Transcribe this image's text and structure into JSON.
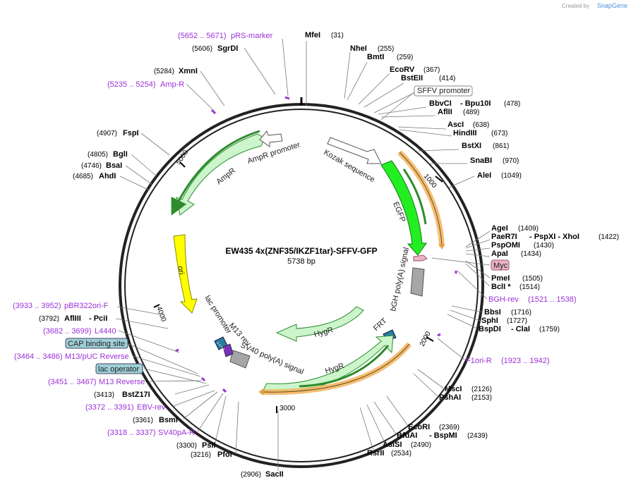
{
  "credit": {
    "created_by": "Created by",
    "brand": "SnapGene"
  },
  "map": {
    "name": "EW435 4x(ZNF35/IKZF1tar)-SFFV-GFP",
    "length": "5738 bp"
  },
  "ticks": [
    "1000",
    "2000",
    "3000",
    "4000",
    "5000"
  ],
  "sites": [
    {
      "name": "MfeI",
      "pos": "(31)"
    },
    {
      "name": "NheI",
      "pos": "(255)"
    },
    {
      "name": "BmtI",
      "pos": "(259)"
    },
    {
      "name": "EcoRV",
      "pos": "(367)"
    },
    {
      "name": "BstEII",
      "pos": "(414)"
    },
    {
      "name": "BbvCI",
      "extra": "- Bpu10I",
      "pos": "(478)"
    },
    {
      "name": "AflII",
      "pos": "(489)"
    },
    {
      "name": "AscI",
      "pos": "(638)"
    },
    {
      "name": "HindIII",
      "pos": "(673)"
    },
    {
      "name": "BstXI",
      "pos": "(861)"
    },
    {
      "name": "SnaBI",
      "pos": "(970)"
    },
    {
      "name": "AleI",
      "pos": "(1049)"
    },
    {
      "name": "AgeI",
      "pos": "(1409)"
    },
    {
      "name": "PaeR7I",
      "extra": "- PspXI   - XhoI",
      "pos": "(1422)"
    },
    {
      "name": "PspOMI",
      "pos": "(1430)"
    },
    {
      "name": "ApaI",
      "pos": "(1434)"
    },
    {
      "name": "PmeI",
      "pos": "(1505)"
    },
    {
      "name": "BclI *",
      "pos": "(1514)"
    },
    {
      "name": "BbsI",
      "pos": "(1716)"
    },
    {
      "name": "SphI",
      "pos": "(1727)"
    },
    {
      "name": "BspDI",
      "extra": "- ClaI",
      "pos": "(1759)"
    },
    {
      "name": "MscI",
      "pos": "(2126)"
    },
    {
      "name": "PshAI",
      "pos": "(2153)"
    },
    {
      "name": "EcoRI",
      "pos": "(2369)"
    },
    {
      "name": "BfuAI",
      "extra": "- BspMI",
      "pos": "(2439)"
    },
    {
      "name": "AsiSI",
      "pos": "(2490)"
    },
    {
      "name": "RsrII",
      "pos": "(2534)"
    },
    {
      "name": "SacII",
      "pos": "(2906)"
    },
    {
      "name": "PfoI",
      "pos": "(3216)"
    },
    {
      "name": "PsiI",
      "pos": "(3300)"
    },
    {
      "name": "BsmI",
      "pos": "(3361)"
    },
    {
      "name": "BstZ17I",
      "pos": "(3413)"
    },
    {
      "name": "AflIII",
      "extra": "- PciI",
      "pos": "(3792)"
    },
    {
      "name": "AhdI",
      "pos": "(4685)"
    },
    {
      "name": "BsaI",
      "pos": "(4746)"
    },
    {
      "name": "BglI",
      "pos": "(4805)"
    },
    {
      "name": "FspI",
      "pos": "(4907)"
    },
    {
      "name": "Amp-R",
      "pos": "(5235 .. 5254)"
    },
    {
      "name": "XmnI",
      "pos": "(5284)"
    },
    {
      "name": "SgrDI",
      "pos": "(5606)"
    },
    {
      "name": "pRS-marker",
      "pos": "(5652 .. 5671)"
    }
  ],
  "primers": [
    {
      "name": "BGH-rev",
      "pos": "(1521 .. 1538)"
    },
    {
      "name": "F1ori-R",
      "pos": "(1923 .. 1942)"
    },
    {
      "name": "EBV-rev",
      "pos": "(3372 .. 3391)"
    },
    {
      "name": "SV40pA-R",
      "pos": "(3318 .. 3337)"
    },
    {
      "name": "M13 Reverse",
      "pos": "(3451 .. 3467)"
    },
    {
      "name": "M13/pUC Reverse",
      "pos": "(3464 .. 3486)"
    },
    {
      "name": "L4440",
      "pos": "(3682 .. 3699)"
    },
    {
      "name": "pBR322ori-F",
      "pos": "(3933 .. 3952)"
    }
  ],
  "boxed_features": {
    "sffv": "SFFV promoter",
    "myc": "Myc",
    "cap": "CAP binding site",
    "lac_operator": "lac operator"
  },
  "features": {
    "egfp": "EGFP",
    "kozak": "Kozak sequence",
    "bgh": "bGH poly(A) signal",
    "frt": "FRT",
    "hygr1": "HygR",
    "hygr2": "HygR",
    "sv40": "SV40 poly(A) signal",
    "m13rev": "M13 rev",
    "lacprom": "lac promoter",
    "ori": "ori",
    "ampr": "AmpR",
    "amprprom": "AmpR promoter"
  },
  "colors": {
    "egfp": "#22ee22",
    "ori": "#ffff00",
    "resistance": "#ccf5cc",
    "primer": "#9b30d8",
    "orange": "#f2b35b",
    "myc": "#e8b4c8",
    "cap": "#9fd0d8"
  }
}
